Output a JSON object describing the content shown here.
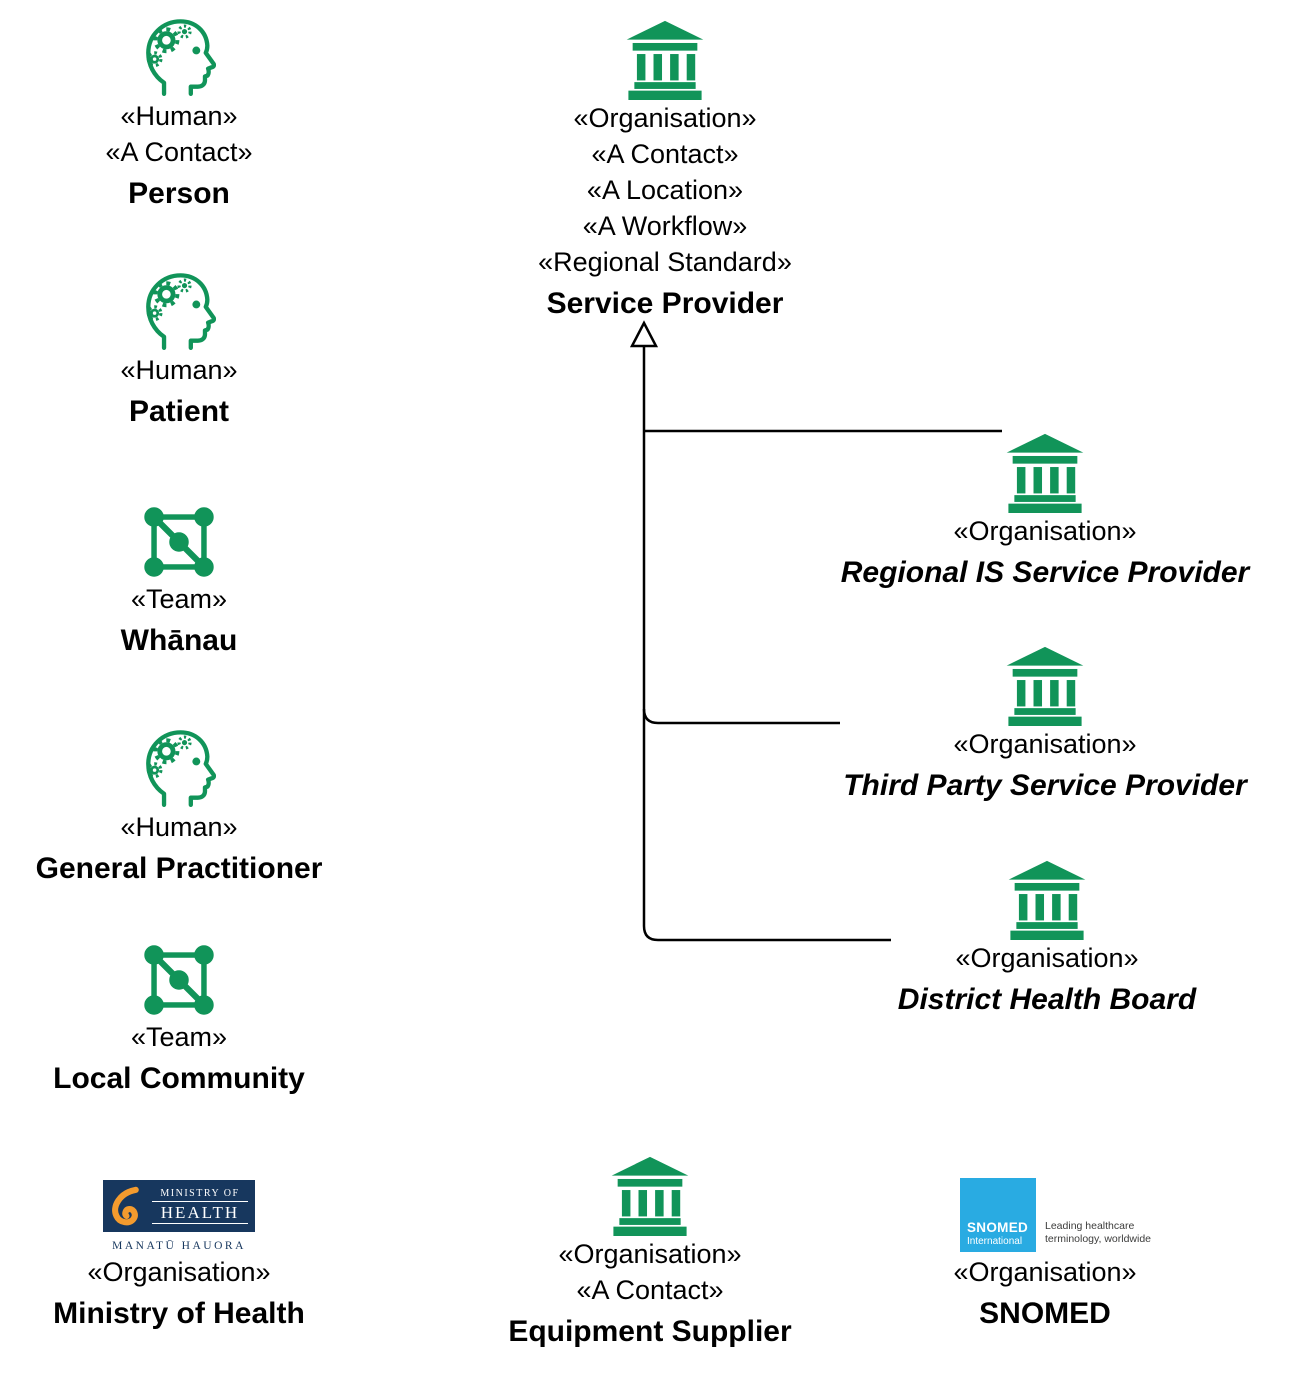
{
  "colors": {
    "icon-green": "#119459",
    "moh-navy": "#17375E",
    "moh-orange": "#F49B2E",
    "snomed-blue": "#29ABE2",
    "snomed-tagline-gray": "#3C3C3B",
    "connector-black": "#000000"
  },
  "entities": {
    "person": {
      "stereotypes": [
        "«Human»",
        "«A Contact»"
      ],
      "name": "Person",
      "icon": "human-head-gears"
    },
    "patient": {
      "stereotypes": [
        "«Human»"
      ],
      "name": "Patient",
      "icon": "human-head-gears"
    },
    "whanau": {
      "stereotypes": [
        "«Team»"
      ],
      "name": "Whānau",
      "icon": "team-network"
    },
    "general_practitioner": {
      "stereotypes": [
        "«Human»"
      ],
      "name": "General Practitioner",
      "icon": "human-head-gears"
    },
    "local_community": {
      "stereotypes": [
        "«Team»"
      ],
      "name": "Local Community",
      "icon": "team-network"
    },
    "ministry_of_health": {
      "stereotypes": [
        "«Organisation»"
      ],
      "name": "Ministry of Health",
      "icon": "ministry-of-health-logo",
      "logo": {
        "line1": "MINISTRY OF",
        "line2": "HEALTH",
        "subtitle": "MANATŪ HAUORA"
      }
    },
    "service_provider": {
      "stereotypes": [
        "«Organisation»",
        "«A Contact»",
        "«A Location»",
        "«A Workflow»",
        "«Regional Standard»"
      ],
      "name": "Service Provider",
      "icon": "organisation-bank"
    },
    "regional_is_service_provider": {
      "stereotypes": [
        "«Organisation»"
      ],
      "name": "Regional IS Service Provider",
      "icon": "organisation-bank",
      "abstract": true
    },
    "third_party_service_provider": {
      "stereotypes": [
        "«Organisation»"
      ],
      "name": "Third Party Service Provider",
      "icon": "organisation-bank",
      "abstract": true
    },
    "district_health_board": {
      "stereotypes": [
        "«Organisation»"
      ],
      "name": "District Health Board",
      "icon": "organisation-bank",
      "abstract": true
    },
    "equipment_supplier": {
      "stereotypes": [
        "«Organisation»",
        "«A Contact»"
      ],
      "name": "Equipment Supplier",
      "icon": "organisation-bank"
    },
    "snomed": {
      "stereotypes": [
        "«Organisation»"
      ],
      "name": "SNOMED",
      "icon": "snomed-logo",
      "logo": {
        "brand": "SNOMED",
        "sub": "International",
        "tagline1": "Leading healthcare",
        "tagline2": "terminology, worldwide"
      }
    }
  },
  "relationships": {
    "type": "generalization",
    "parent": "Service Provider",
    "children": [
      "Regional IS Service Provider",
      "Third Party Service Provider",
      "District Health Board"
    ]
  }
}
